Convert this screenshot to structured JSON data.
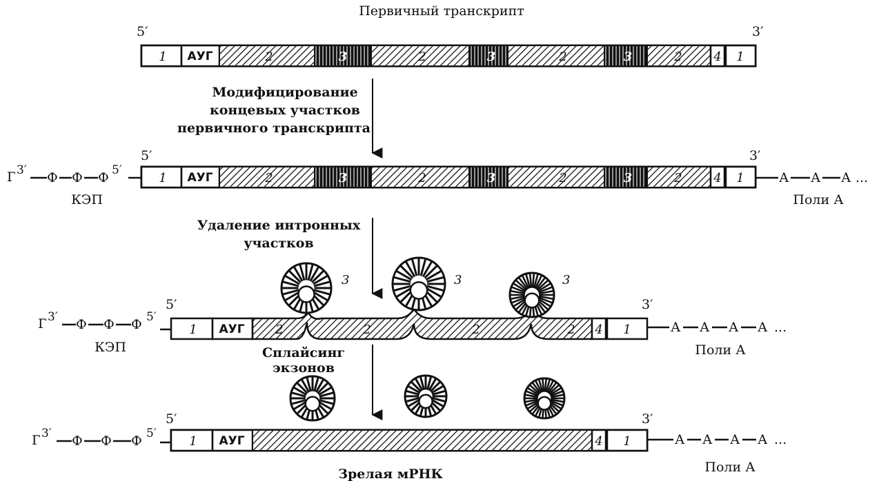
{
  "title": "Первичный транскрипт",
  "prime5": "5′",
  "prime3": "3′",
  "step1": [
    "Модифицирование",
    "концевых участков",
    "первичного транскрипта"
  ],
  "step2": [
    "Удаление интронных",
    "участков"
  ],
  "step3": [
    "Сплайсинг",
    "экзонов"
  ],
  "cap_label": "КЭП",
  "polya_label": "Поли А",
  "mature_label": "Зрелая мРНК",
  "cap_g": "Г",
  "cap_phi": "Ф",
  "polya_a": "А",
  "ellipsis": "...",
  "aug": "АУГ",
  "segments": {
    "one": "1",
    "two": "2",
    "three": "3",
    "four": "4"
  },
  "intron_label": "3"
}
